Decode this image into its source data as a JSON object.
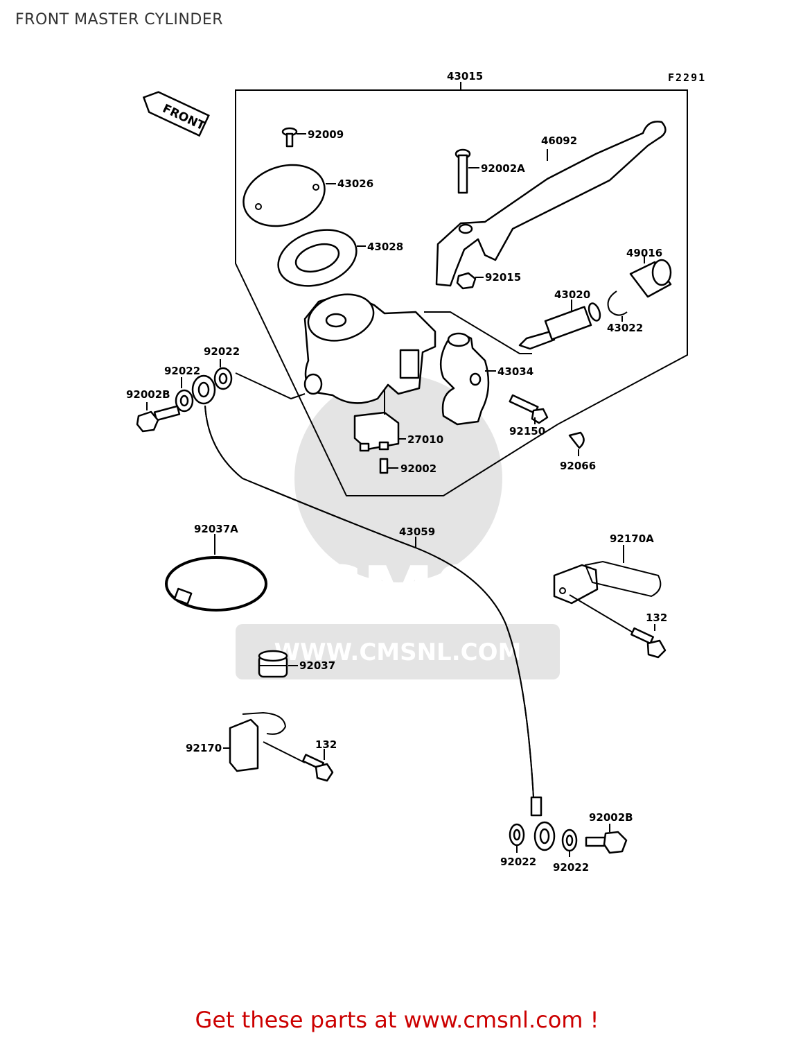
{
  "title": "FRONT MASTER CYLINDER",
  "figure_code": "F2291",
  "front_arrow_label": "FRONT",
  "watermark": {
    "brand": "CMS",
    "url": "WWW.CMSNL.COM"
  },
  "parts": {
    "p43015": "43015",
    "p92009": "92009",
    "p43026": "43026",
    "p43028": "43028",
    "p92002A": "92002A",
    "p46092": "46092",
    "p92015": "92015",
    "p49016": "49016",
    "p43020": "43020",
    "p43022": "43022",
    "p43034": "43034",
    "p92022a": "92022",
    "p92022b": "92022",
    "p92002B_top": "92002B",
    "p27010": "27010",
    "p92002": "92002",
    "p92150": "92150",
    "p92066": "92066",
    "p92037A": "92037A",
    "p43059": "43059",
    "p92170A": "92170A",
    "p132a": "132",
    "p92037": "92037",
    "p92170": "92170",
    "p132b": "132",
    "p92002B_bottom": "92002B",
    "p92022c": "92022",
    "p92022d": "92022"
  },
  "footer": "Get these parts at www.cmsnl.com !"
}
